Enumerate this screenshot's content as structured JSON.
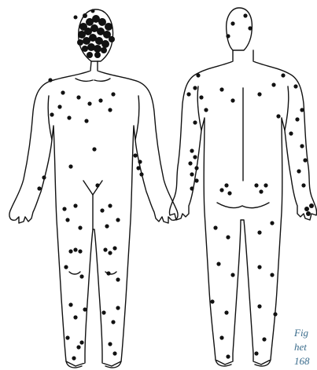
{
  "figure": {
    "view_front": "",
    "view_back": ""
  },
  "caption": {
    "line1": "Fig",
    "line2": "het",
    "line3": "168"
  },
  "colors": {
    "ink": "#111111",
    "caption": "#3a6c8c",
    "background": "#ffffff"
  }
}
